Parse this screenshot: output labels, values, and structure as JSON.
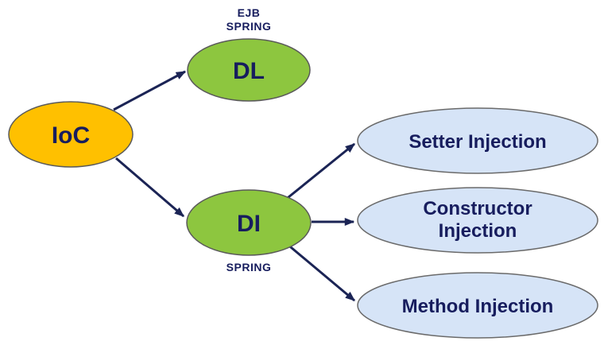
{
  "diagram": {
    "background": "#ffffff",
    "colors": {
      "orange": "#FFC000",
      "green": "#8DC63F",
      "light_blue": "#D6E4F7",
      "navy": "#171D5E",
      "arrow": "#1B2455",
      "node_border": "#5A5A5A"
    },
    "nodes": {
      "ioc": {
        "label": "IoC"
      },
      "dl": {
        "label": "DL"
      },
      "di": {
        "label": "DI"
      },
      "setter": {
        "label": "Setter Injection"
      },
      "constructor": {
        "line1": "Constructor",
        "line2": "Injection"
      },
      "method": {
        "label": "Method Injection"
      }
    },
    "captions": {
      "dl_line1": "EJB",
      "dl_line2": "SPRING",
      "di": "SPRING"
    }
  }
}
